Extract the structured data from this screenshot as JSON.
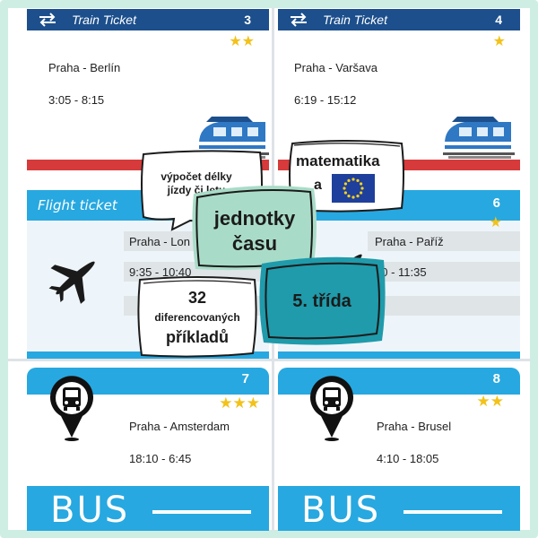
{
  "train_cards": [
    {
      "title": "Train Ticket",
      "number": "3",
      "stars": "★★",
      "route": "Praha - Berlín",
      "time": "3:05 - 8:15"
    },
    {
      "title": "Train Ticket",
      "number": "4",
      "stars": "★",
      "route": "Praha - Varšava",
      "time": "6:19 - 15:12"
    }
  ],
  "flight_cards": [
    {
      "title": "Flight ticket",
      "number": "",
      "stars": "",
      "route": "Praha - Lon",
      "time": "9:35 - 10:40"
    },
    {
      "title": "",
      "number": "6",
      "stars": "★",
      "route": "Praha - Paříž",
      "time": "10 - 11:35"
    }
  ],
  "bus_cards": [
    {
      "number": "7",
      "stars": "★★★",
      "route": "Praha - Amsterdam",
      "time": "18:10 - 6:45",
      "label": "BUS"
    },
    {
      "number": "8",
      "stars": "★★",
      "route": "Praha - Brusel",
      "time": "4:10 - 18:05",
      "label": "BUS"
    }
  ],
  "notes": {
    "calc": {
      "line1": "výpočet délky",
      "line2": "jízdy či letu"
    },
    "math": {
      "line1": "matematika",
      "line2": "a"
    },
    "units": {
      "line1": "jednotky",
      "line2": "času"
    },
    "grade": {
      "text": "5. třída"
    },
    "examples": {
      "line1": "32",
      "line2": "diferencovaných",
      "line3": "příkladů"
    }
  },
  "colors": {
    "frame": "#cfeee3",
    "train_bar": "#1c4f8c",
    "flight_blue": "#27a8e0",
    "note_mint": "#a9dcc8",
    "note_teal": "#1f9bab",
    "star": "#f2c21a"
  },
  "icons": [
    "train-arrows-icon",
    "train-icon",
    "airplane-icon",
    "bus-stop-pin-icon",
    "eu-flag-icon"
  ]
}
